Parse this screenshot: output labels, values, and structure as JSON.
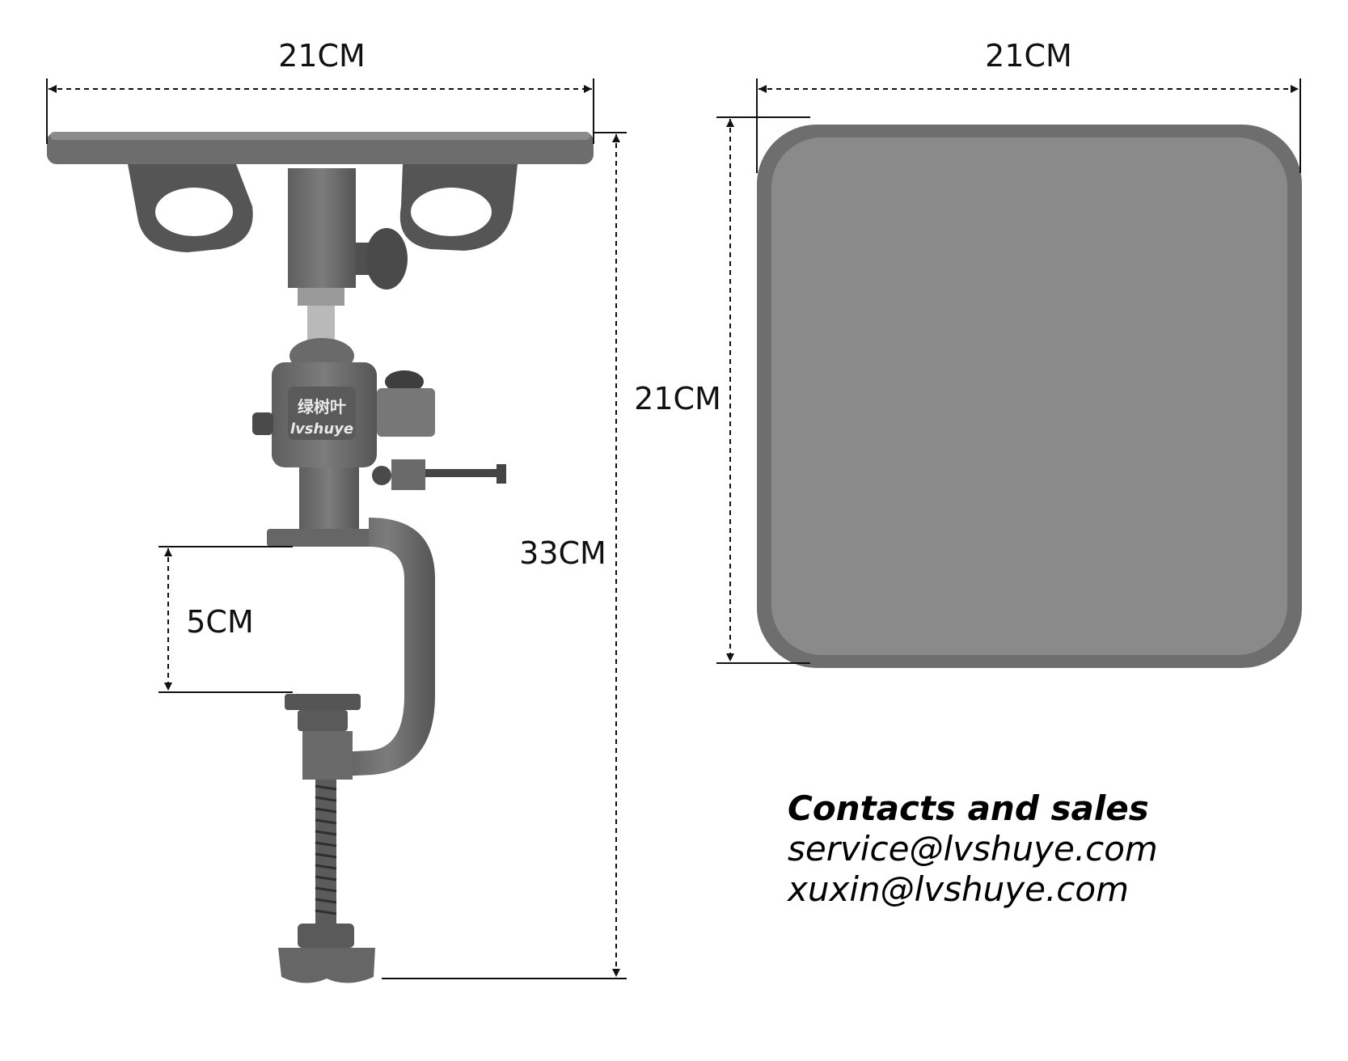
{
  "dimensions": {
    "left_width": "21CM",
    "right_width": "21CM",
    "right_height": "21CM",
    "total_height": "33CM",
    "clamp_opening": "5CM"
  },
  "logo": {
    "chinese": "绿树叶",
    "latin": "lvshuye"
  },
  "contacts": {
    "heading": "Contacts and sales",
    "emails": [
      "service@lvshuye.com",
      "xuxin@lvshuye.com"
    ]
  },
  "colors": {
    "product_gray": "#6f6f6f",
    "tray_top": "#8a8a8a",
    "dimension_line": "#111111"
  }
}
